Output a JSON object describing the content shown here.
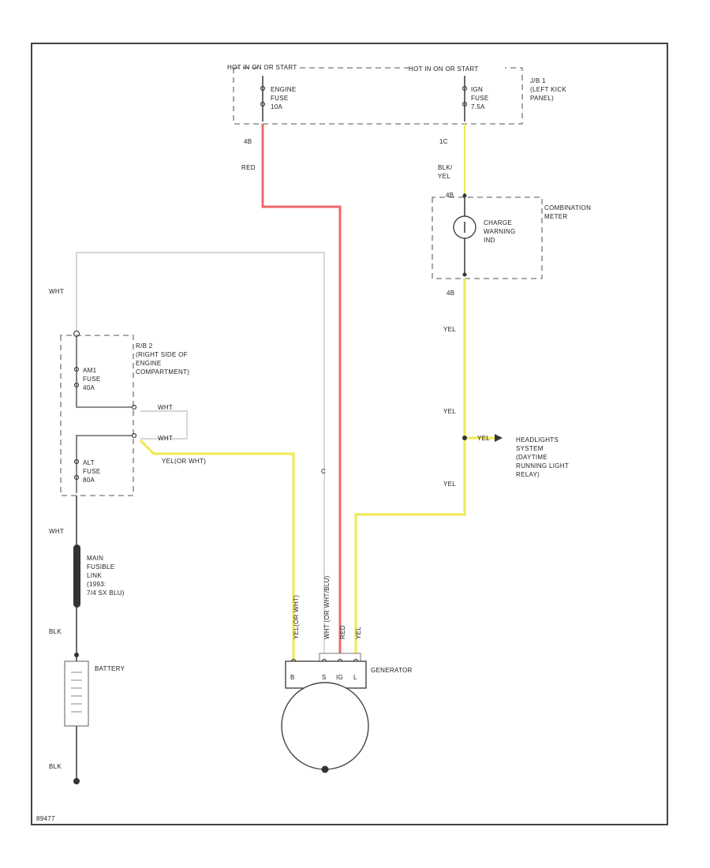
{
  "labels": {
    "top_left_box": "HOT IN ON OR START",
    "top_right_box": "HOT IN ON OR START",
    "engine_fuse": [
      "ENGINE",
      "FUSE",
      "10A"
    ],
    "ign_fuse": [
      "IGN",
      "FUSE",
      "7.5A"
    ],
    "jb1": [
      "J/B 1",
      "(LEFT KICK",
      "PANEL)"
    ],
    "conn_left_top": "4B",
    "conn_right_top": "1C",
    "wire_red": "RED",
    "wire_blkyel": [
      "BLK/",
      "YEL"
    ],
    "conn_meter_top": "4B",
    "meter": [
      "COMBINATION",
      "METER"
    ],
    "charge_warning": [
      "CHARGE",
      "WARNING",
      "IND"
    ],
    "conn_meter_bottom": "4B",
    "wire_yel_1": "YEL",
    "wire_yel_2": "YEL",
    "wire_yel_3": "YEL",
    "wht_top": "WHT",
    "rb2": [
      "R/B 2",
      "(RIGHT SIDE OF",
      "ENGINE",
      "COMPARTMENT)"
    ],
    "am1_fuse": [
      "AM1",
      "FUSE",
      "40A"
    ],
    "alt_fuse": [
      "ALT",
      "FUSE",
      "80A"
    ],
    "wht_a": "WHT",
    "wht_b": "WHT",
    "yel_or_wht": "YEL(OR WHT)",
    "yel_branch": "YEL",
    "headlights": [
      "HEADLIGHTS",
      "SYSTEM",
      "(DAYTIME",
      "RUNNING LIGHT",
      "RELAY)"
    ],
    "wht_mid": "C",
    "wht_bottom": "WHT",
    "fusible_link": [
      "MAIN",
      "FUSIBLE",
      "LINK",
      "(1993:",
      "7/4 SX BLU)"
    ],
    "blk_top": "BLK",
    "battery": "BATTERY",
    "blk_bottom": "BLK",
    "gen_wire_1": "YEL(OR WHT)",
    "gen_wire_2": "WHT (OR WHT/BLU)",
    "gen_wire_3": "RED",
    "gen_wire_4": "YEL",
    "generator": "GENERATOR",
    "gen_pins": [
      "B",
      "S",
      "IG",
      "L"
    ],
    "footer": "89477"
  }
}
